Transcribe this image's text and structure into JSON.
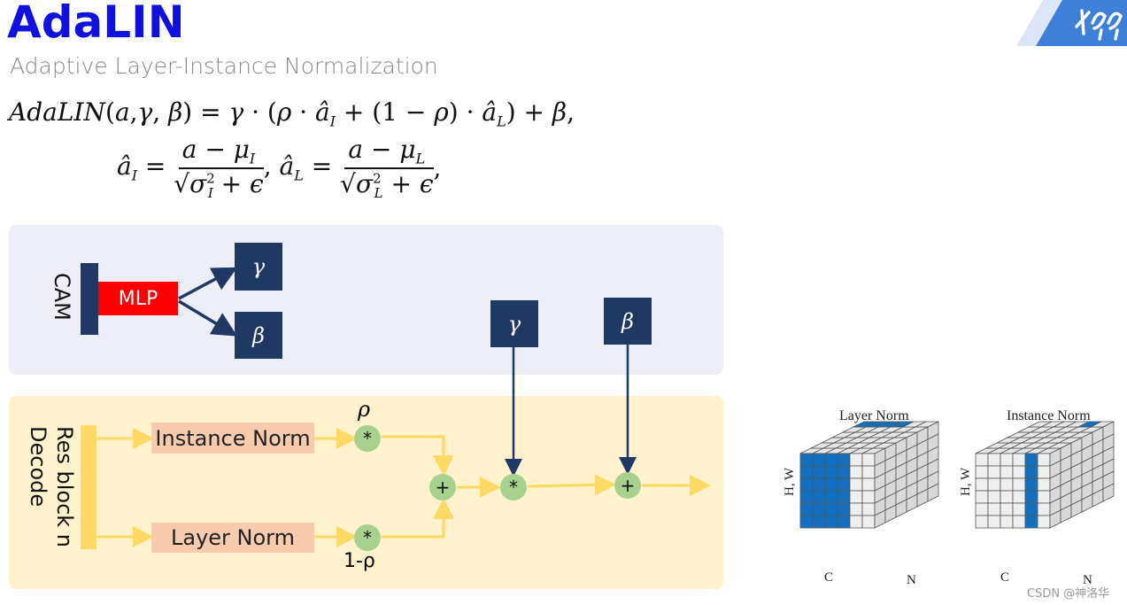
{
  "header": {
    "title": "AdaLIN",
    "subtitle": "Adaptive Layer-Instance Normalization"
  },
  "formula": {
    "line1": "AdaLIN(a,γ, β) = γ · (ρ · âI + (1 − ρ) · âL) + β,",
    "line2": "âI = (a − μI)/√(σI² + ε), âL = (a − μL)/√(σL² + ε),"
  },
  "top_panel": {
    "cam_label": "CAM",
    "mlp_label": "MLP",
    "gamma": "γ",
    "beta": "β"
  },
  "mid": {
    "gamma": "γ",
    "beta": "β"
  },
  "bottom_panel": {
    "side_label": "Res block n Decode",
    "instance_norm": "Instance Norm",
    "layer_norm": "Layer Norm",
    "rho": "ρ",
    "one_minus_rho": "1-ρ",
    "mul1": "*",
    "mul2": "*",
    "add1": "+",
    "mul3": "*",
    "add2": "+"
  },
  "cubes": {
    "layer_norm": {
      "title": "Layer Norm",
      "axis_hw": "H, W",
      "axis_c": "C",
      "axis_n": "N"
    },
    "instance_norm": {
      "title": "Instance Norm",
      "axis_hw": "H, W",
      "axis_c": "C",
      "axis_n": "N"
    }
  },
  "colors": {
    "title_blue": "#1010e0",
    "navy": "#1f3864",
    "mlp_red": "#ff0000",
    "arrow_yellow": "#ffd966",
    "node_green": "#a9d18e",
    "cube_blue": "#1370c0"
  },
  "footer": {
    "watermark": "CSDN @神洛华"
  }
}
